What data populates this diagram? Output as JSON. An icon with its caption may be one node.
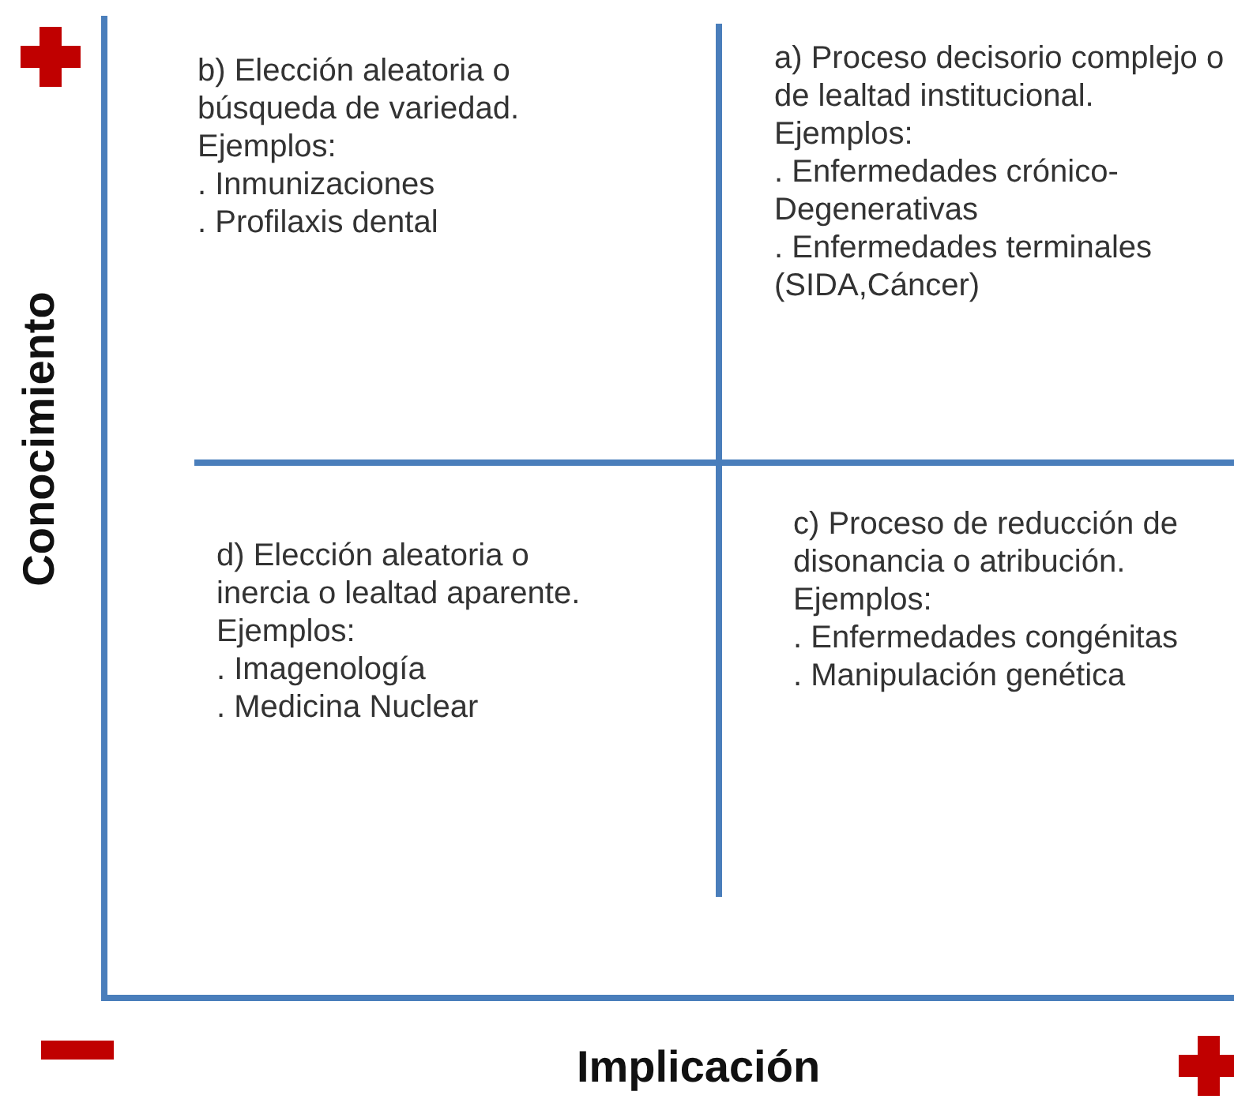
{
  "diagram": {
    "labels": [
      "b) Elección aleatoria o búsqueda de variedad.",
      "Ejemplos:",
      ". Inmunizaciones",
      ". Profilaxis dental",
      "a) Proceso decisorio complejo o de lealtad institucional.",
      "Ejemplos:",
      ". Enfermedades crónico-Degenerativas",
      ". Enfermedades terminales (SIDA,Cáncer)",
      "Conocimiento",
      "d) Elección aleatoria o inercia o lealtad aparente.",
      "Ejemplos:",
      ". Imagenología",
      ". Medicina Nuclear",
      "c) Proceso de reducción de disonancia o atribución.",
      "Ejemplos:",
      ". Enfermedades congénitas",
      ". Manipulación genética",
      "Implicación"
    ]
  }
}
